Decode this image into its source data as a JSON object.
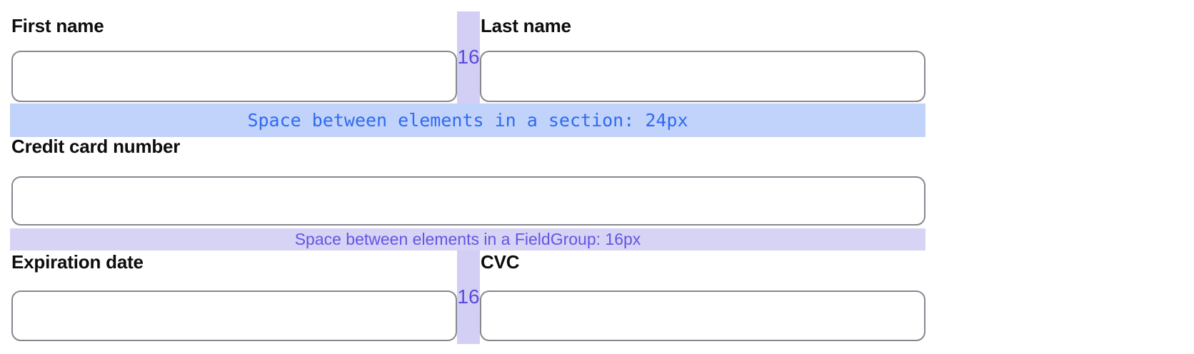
{
  "colors": {
    "page_background": "#ffffff",
    "section_band_bg": "#c1d2fb",
    "section_band_text": "#2e6bf2",
    "fieldgroup_band_bg": "#d7d3f5",
    "fieldgroup_band_text": "#6156e4",
    "gap_strip_bg": "#d3cef4",
    "gap_label_text": "#584ce0",
    "input_border": "#85888f",
    "label_text": "#0d0d0f"
  },
  "fields": {
    "first_name": {
      "label": "First name",
      "value": ""
    },
    "last_name": {
      "label": "Last name",
      "value": ""
    },
    "credit_card_number": {
      "label": "Credit card number",
      "value": ""
    },
    "expiration_date": {
      "label": "Expiration date",
      "value": ""
    },
    "cvc": {
      "label": "CVC",
      "value": ""
    }
  },
  "annotations": {
    "section_gap_label": "Space between elements in a section: 24px",
    "fieldgroup_gap_label": "Space between elements in a FieldGroup: 16px",
    "column_gap_label": "16"
  }
}
